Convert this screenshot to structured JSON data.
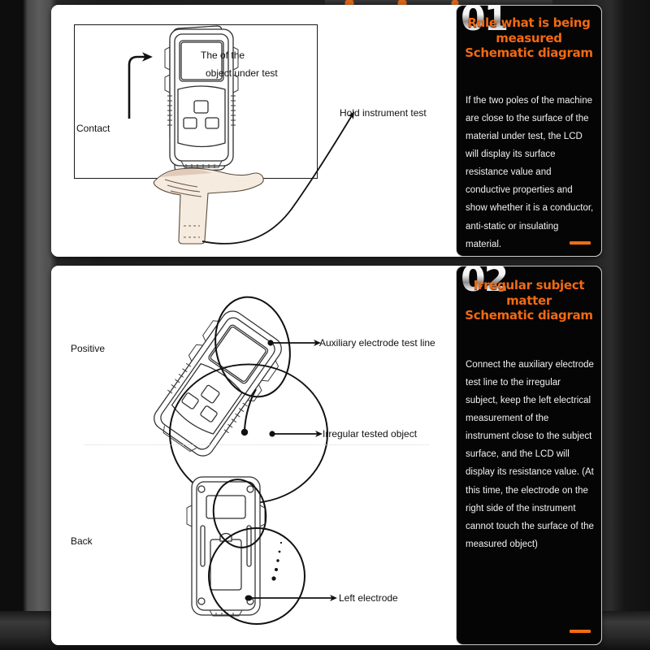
{
  "page": {
    "background_color": "#121212",
    "card_background": "#ffffff",
    "dark_pane_color": "#050505",
    "accent_color": "#f26a12"
  },
  "sections": [
    {
      "number": "01",
      "title_lines": [
        "Rule what is being",
        "measured",
        "Schematic diagram"
      ],
      "body": "If the two poles of the machine are close to the surface of the material under test, the LCD will display its surface resistance value and conductive properties and show whether it is a conductor, anti-static or insulating material.",
      "diagram": {
        "labels": {
          "contact": "Contact",
          "object_line1": "The              of the",
          "object_line2": "object under test",
          "hold": "Hold instrument test"
        }
      }
    },
    {
      "number": "02",
      "title_lines": [
        "Irregular subject",
        "matter",
        "Schematic diagram"
      ],
      "body": "Connect the auxiliary electrode test line to the irregular subject, keep the left electrical measurement of the instrument close to the subject surface, and the LCD will display its resistance value. (At this time, the electrode on the right side of the instrument cannot touch the surface of the measured object)",
      "diagram": {
        "labels": {
          "positive": "Positive",
          "auxiliary": "Auxiliary electrode test line",
          "irregular": "Irregular tested object",
          "back": "Back",
          "left_electrode": "Left electrode"
        }
      }
    }
  ]
}
